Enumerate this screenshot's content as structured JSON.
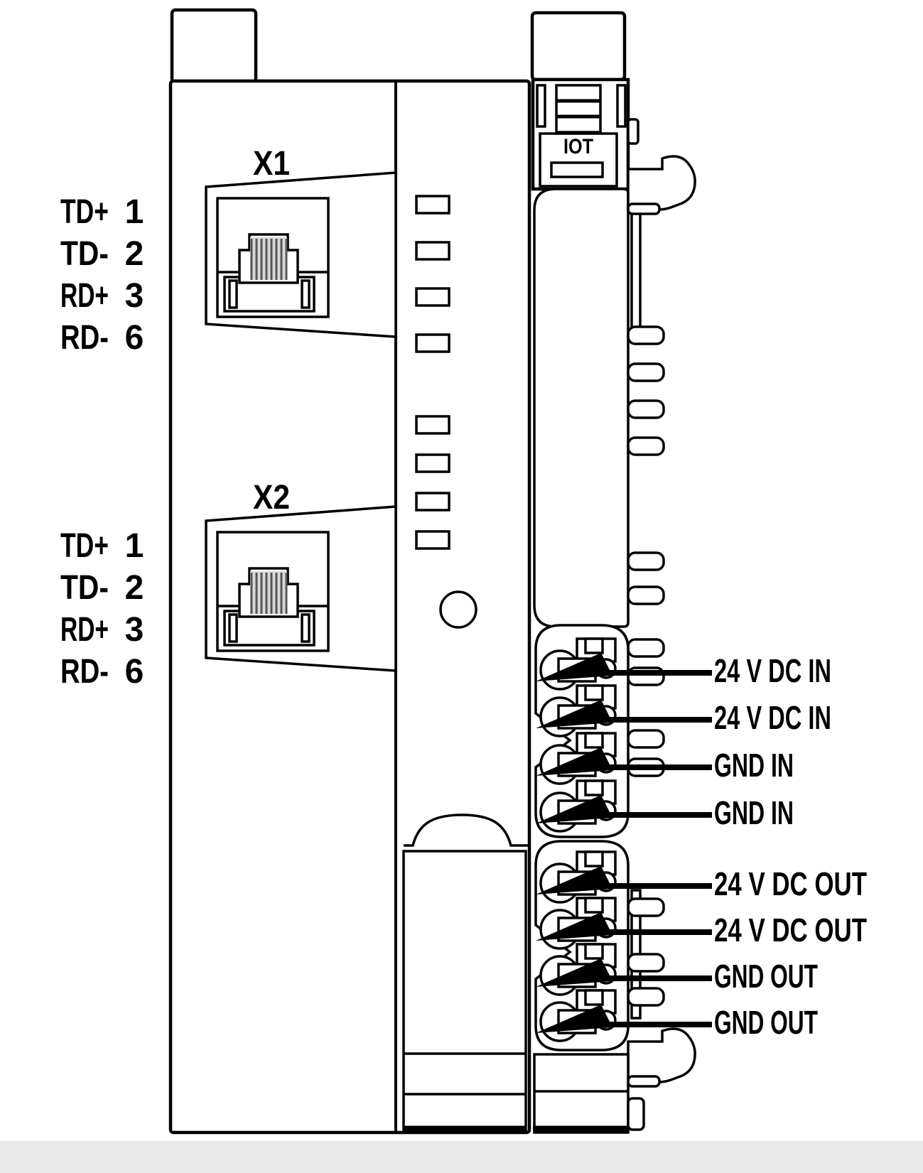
{
  "ports": [
    {
      "label": "X1",
      "pins": [
        {
          "name": "TD+",
          "num": "1"
        },
        {
          "name": "TD-",
          "num": "2"
        },
        {
          "name": "RD+",
          "num": "3"
        },
        {
          "name": "RD-",
          "num": "6"
        }
      ]
    },
    {
      "label": "X2",
      "pins": [
        {
          "name": "TD+",
          "num": "1"
        },
        {
          "name": "TD-",
          "num": "2"
        },
        {
          "name": "RD+",
          "num": "3"
        },
        {
          "name": "RD-",
          "num": "6"
        }
      ]
    }
  ],
  "module": {
    "label": "IOT"
  },
  "terminals": [
    {
      "label": "24 V DC IN"
    },
    {
      "label": "24 V DC IN"
    },
    {
      "label": "GND IN"
    },
    {
      "label": "GND IN"
    },
    {
      "label": "24 V DC OUT"
    },
    {
      "label": "24 V DC OUT"
    },
    {
      "label": "GND OUT"
    },
    {
      "label": "GND OUT"
    }
  ],
  "colors": {
    "line": "#000000",
    "background": "#ffffff",
    "footer_band": "#e9e9e9",
    "connector_pins": "#555555",
    "connector_backing": "#d9d9d9"
  }
}
